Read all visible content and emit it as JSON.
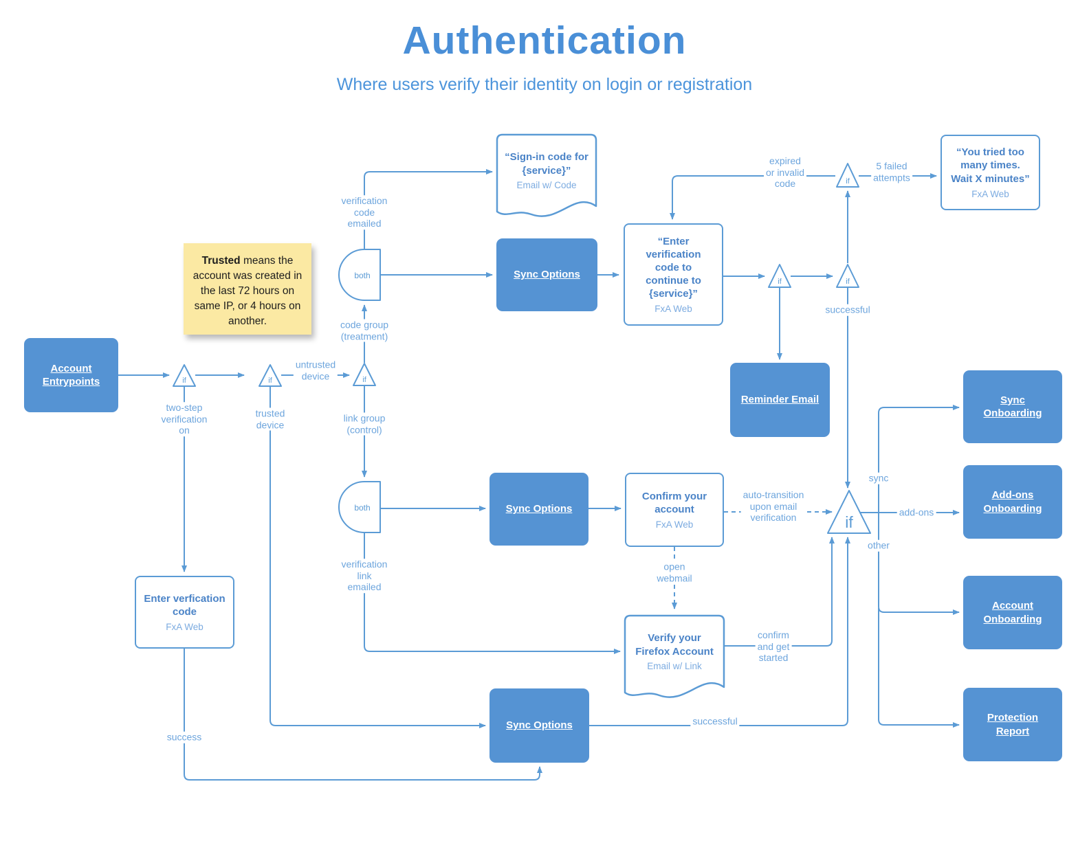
{
  "header": {
    "title": "Authentication",
    "subtitle": "Where users verify their identity on login or registration"
  },
  "sticky_note": {
    "bold": "Trusted",
    "rest": " means the account was created in the last 72 hours on same IP, or 4 hours on another."
  },
  "shape_labels": {
    "decision": "if",
    "merge": "both"
  },
  "nodes": {
    "account_entrypoints": "Account\nEntrypoints",
    "sync_options_1": "Sync Options",
    "sync_options_2": "Sync Options",
    "sync_options_3": "Sync Options",
    "reminder_email": "Reminder Email",
    "sync_onboarding": "Sync\nOnboarding",
    "addons_onboarding": "Add-ons\nOnboarding",
    "account_onboarding": "Account\nOnboarding",
    "protection_report": "Protection\nReport",
    "signin_code": {
      "title": "“Sign-in code for\n{service}”",
      "subtitle": "Email w/ Code"
    },
    "enter_code_continue": {
      "title": "“Enter\nverification\ncode to\ncontinue to\n{service}”",
      "subtitle": "FxA Web"
    },
    "you_tried": {
      "title": "“You tried too\nmany times.\nWait X minutes”",
      "subtitle": "FxA Web"
    },
    "confirm_account": {
      "title": "Confirm your\naccount",
      "subtitle": "FxA Web"
    },
    "verify_account": {
      "title": "Verify your\nFirefox Account",
      "subtitle": "Email w/ Link"
    },
    "enter_verfication": {
      "title": "Enter verfication\ncode",
      "subtitle": "FxA Web"
    }
  },
  "edge_labels": {
    "verification_code_emailed": "verification\ncode\nemailed",
    "code_group": "code group\n(treatment)",
    "link_group": "link group\n(control)",
    "verification_link_emailed": "verification\nlink\nemailed",
    "two_step": "two-step\nverification\non",
    "trusted_device": "trusted\ndevice",
    "untrusted_device": "untrusted\ndevice",
    "expired_invalid": "expired\nor invalid\ncode",
    "five_failed": "5 failed\nattempts",
    "successful_top": "successful",
    "auto_transition": "auto-transition\nupon email\nverification",
    "open_webmail": "open\nwebmail",
    "confirm_get_started": "confirm\nand get\nstarted",
    "successful_bottom": "successful",
    "success": "success",
    "sync": "sync",
    "add_ons": "add-ons",
    "other": "other"
  },
  "colors": {
    "line": "#5b9bd5",
    "solid_box_fill": "#5593d3",
    "outline_title_text": "#4a83c7",
    "edge_label_text": "#6da5dd",
    "title_text": "#4a8fd7",
    "sticky_bg": "#fbe9a3"
  }
}
